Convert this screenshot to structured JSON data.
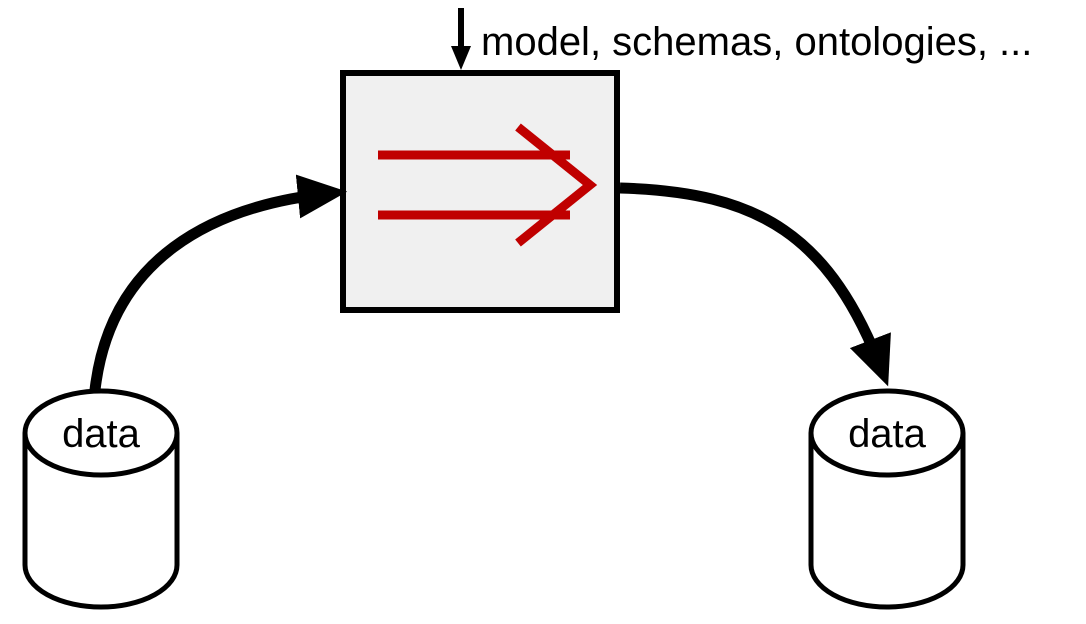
{
  "diagram": {
    "input_annotation": "model, schemas, ontologies, ...",
    "source_store": {
      "label": "data"
    },
    "target_store": {
      "label": "data"
    },
    "transform_box": {
      "symbol": "implication-arrow"
    }
  },
  "colors": {
    "stroke": "#000000",
    "box_fill": "#f0f0f0",
    "transform_arrow": "#c00000",
    "background": "#ffffff"
  }
}
